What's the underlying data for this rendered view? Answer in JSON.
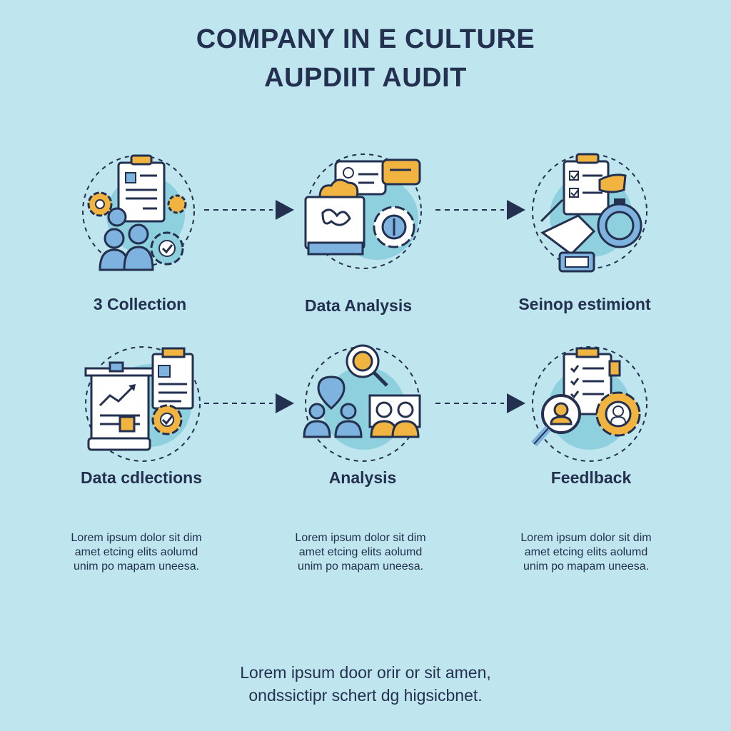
{
  "title": {
    "line1": "COMPANY IN E CULTURE",
    "line2": "AUPDIIT AUDIT"
  },
  "steps": [
    {
      "label": "3 Collection",
      "icon": "collection-icon"
    },
    {
      "label": "Data Analysis",
      "icon": "data-analysis-icon"
    },
    {
      "label": "Seinop estimiont",
      "icon": "assessment-icon"
    },
    {
      "label": "Data cdlections",
      "icon": "data-collections-icon"
    },
    {
      "label": "Analysis",
      "icon": "analysis-icon"
    },
    {
      "label": "Feedlback",
      "icon": "feedback-icon"
    }
  ],
  "descriptions": [
    {
      "line1": "Lorem ipsum dolor sit dim",
      "line2": "amet etcing elits aolumd",
      "line3": "unim po mapam uneesa."
    },
    {
      "line1": "Lorem ipsum dolor sit dim",
      "line2": "amet etcing elits aolumd",
      "line3": "unim po mapam uneesa."
    },
    {
      "line1": "Lorem ipsum dolor sit dim",
      "line2": "amet etcing elits aolumd",
      "line3": "unim po mapam uneesa."
    }
  ],
  "footer": {
    "line1": "Lorem ipsum door orir or sit amen,",
    "line2": "ondssictipr schert dg higsicbnet."
  },
  "colors": {
    "background": "#bfe6ee",
    "ink": "#23304f",
    "accent_orange": "#f2b441",
    "accent_blue": "#7fb3df",
    "circle_fill": "#8fd0de"
  }
}
